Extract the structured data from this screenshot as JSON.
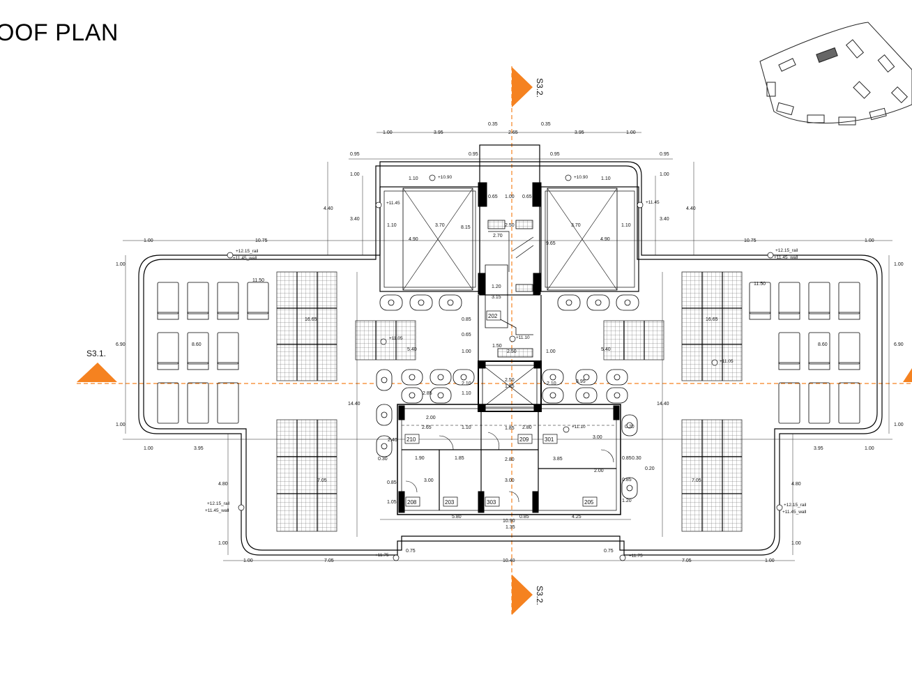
{
  "drawing": {
    "title": "OOF PLAN",
    "accent_color": "#f58220",
    "section_markers": {
      "a": "S3.1.",
      "b_top": "S3.2.",
      "b_bottom": "S3.2."
    },
    "rooms": [
      "202",
      "210",
      "209",
      "301",
      "208",
      "203",
      "303",
      "205"
    ],
    "levels": {
      "lvl_1090_a": "+10.90",
      "lvl_1090_b": "+10.90",
      "lvl_1145_a": "+11.45",
      "lvl_1145_b": "+11.45",
      "lvl_1110_a": "+11.10",
      "lvl_1110_b": "+11.10",
      "lvl_1105_a": "+11.05",
      "lvl_1105_b": "+11.05",
      "rail_1": "+12.15_rail",
      "wall_1": "+11.45_wall",
      "rail_2": "+12.15_rail",
      "wall_2": "+11.45_wall",
      "rail_3": "+12.15_rail",
      "wall_3": "+11.45_wall",
      "rail_4": "+12.15_rail",
      "wall_4": "+11.45_wall",
      "lvl_1175_a": "+11.75",
      "lvl_1175_b": "+11.75"
    },
    "dims": {
      "t1": "1.00",
      "t2": "3.95",
      "t3": "0.35",
      "t4": "2.65",
      "t5": "0.35",
      "t6": "3.95",
      "t7": "1.00",
      "u1": "0.95",
      "u2": "0.95",
      "u3": "0.95",
      "u4": "0.95",
      "v1": "1.00",
      "v2": "1.00",
      "v3": "1.10",
      "v4": "1.10",
      "w1": "4.40",
      "w2": "4.40",
      "w3": "3.40",
      "w4": "3.40",
      "s1": "0.65",
      "s2": "1.00",
      "s3": "0.65",
      "s4": "2.50",
      "s5": "2.70",
      "x1": "1.10",
      "x2": "3.70",
      "x3": "8.15",
      "x4": "9.65",
      "x5": "3.70",
      "x6": "1.10",
      "y1": "4.90",
      "y2": "4.90",
      "m1": "1.00",
      "m2": "10.75",
      "m3": "10.75",
      "m4": "1.00",
      "l1": "1.00",
      "l2": "6.90",
      "l3": "1.00",
      "r1": "1.00",
      "r2": "6.90",
      "r3": "1.00",
      "p1": "11.50",
      "p2": "11.50",
      "p3": "8.60",
      "p4": "8.60",
      "p5": "16.65",
      "p6": "16.65",
      "c1": "1.20",
      "c2": "3.15",
      "c3": "0.85",
      "c4": "0.65",
      "c5": "1.00",
      "c6": "1.50",
      "c7": "2.50",
      "c8": "1.00",
      "c9": "5.40",
      "c10": "5.40",
      "c11": "2.50",
      "c12": "1.85",
      "c13": "2.10",
      "c14": "2.10",
      "c15": "1.10",
      "c16": "2.85",
      "c17": "3.95",
      "c18": "14.40",
      "c19": "14.40",
      "d1": "2.00",
      "d2": "2.65",
      "d3": "1.10",
      "d4": "1.85",
      "d5": "2.80",
      "d6": "3.00",
      "d7": "2.40",
      "d8": "0.30",
      "d9": "1.90",
      "d10": "1.85",
      "d11": "2.80",
      "d12": "3.85",
      "d13": "0.85",
      "d14": "0.20",
      "d15": "3.00",
      "d16": "3.00",
      "d17": "2.00",
      "d18": "0.85",
      "d19": "0.85",
      "d20": "1.05",
      "d21": "1.20",
      "d22": "0.30",
      "d23": "0.20",
      "e1": "5.80",
      "e2": "10.90",
      "e3": "0.85",
      "e4": "4.25",
      "e5": "1.35",
      "f1": "1.00",
      "f2": "3.95",
      "f3": "3.95",
      "f4": "1.00",
      "g1": "4.80",
      "g2": "4.80",
      "g3": "7.05",
      "g4": "7.05",
      "h1": "1.00",
      "h2": "1.00",
      "h3": "0.75",
      "h4": "0.75",
      "b1": "1.00",
      "b2": "7.05",
      "b3": "10.40",
      "b4": "7.05",
      "b5": "1.00"
    }
  }
}
